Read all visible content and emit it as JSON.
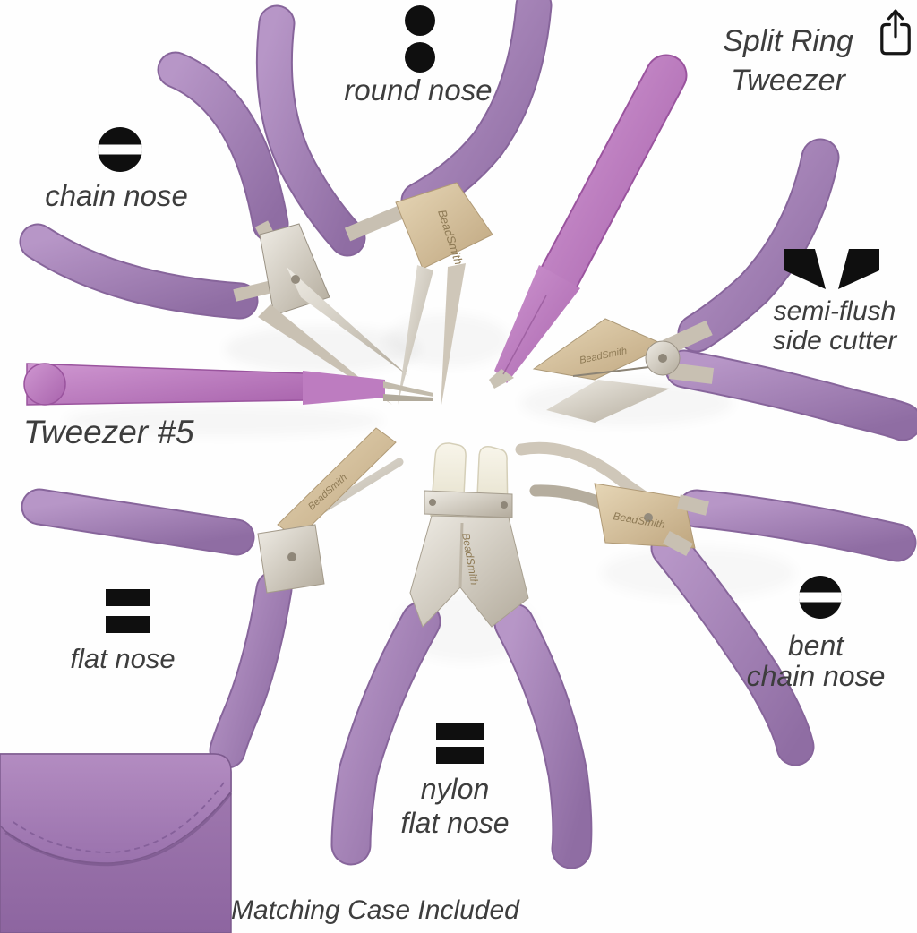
{
  "image_type": "product-infographic",
  "brand": "BeadSmith",
  "share": {
    "icon": "share-export-icon"
  },
  "labels": {
    "round_nose": {
      "text": "round nose",
      "icon": "two-dots-icon"
    },
    "chain_nose": {
      "text": "chain nose",
      "icon": "circle-stripe-icon"
    },
    "split_ring": {
      "line1": "Split Ring",
      "line2": "Tweezer"
    },
    "semi_flush": {
      "line1": "semi-flush",
      "line2": "side cutter",
      "icon": "two-triangles-icon"
    },
    "tweezer5": {
      "text": "Tweezer #5"
    },
    "flat_nose": {
      "text": "flat nose",
      "icon": "equals-icon"
    },
    "nylon": {
      "line1": "nylon",
      "line2": "flat nose",
      "icon": "equals-icon"
    },
    "bent_chain": {
      "line1": "bent",
      "line2": "chain nose",
      "icon": "circle-stripe-icon"
    },
    "case": {
      "text": "Matching Case Included"
    }
  },
  "tools_pictured": [
    "chain nose pliers",
    "round nose pliers",
    "split ring tweezer",
    "semi-flush side cutter",
    "tweezer #5",
    "flat nose pliers",
    "nylon flat nose pliers",
    "bent chain nose pliers",
    "matching case"
  ],
  "colors": {
    "background": "#fefefe",
    "handle_foam_purple": "#a687b8",
    "tweezer_orchid": "#c287c5",
    "metal_silver": "#d9d3c8",
    "metal_champagne": "#d6c3a0",
    "nylon_jaw": "#f6f3e7",
    "case_purple": "#9d76ae",
    "label_text": "#3d3d3d",
    "icon_black": "#0f0f0f"
  }
}
